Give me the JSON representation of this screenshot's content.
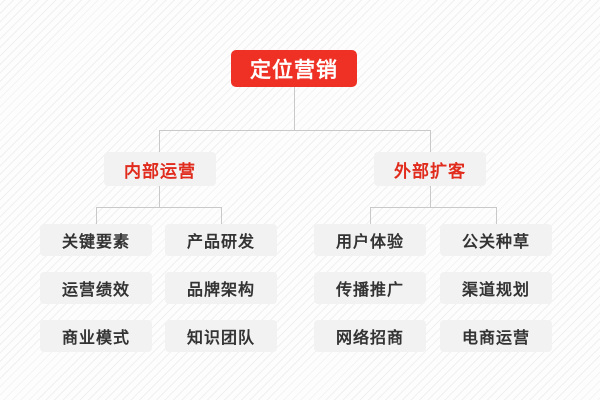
{
  "diagram": {
    "type": "org-chart",
    "title_node": {
      "label": "定位营销",
      "color": "#ee3124",
      "text_color": "#ffffff"
    },
    "branch_color": "#e02b1d",
    "box_fill": "#f2f2f2",
    "leaf_text_color": "#333333",
    "line_color": "#c9c9c9",
    "background_color": "#fbfbfb",
    "branches": [
      {
        "label": "内部运营",
        "columns": [
          {
            "items": [
              "关键要素",
              "运营绩效",
              "商业模式"
            ]
          },
          {
            "items": [
              "产品研发",
              "品牌架构",
              "知识团队"
            ]
          }
        ]
      },
      {
        "label": "外部扩客",
        "columns": [
          {
            "items": [
              "用户体验",
              "传播推广",
              "网络招商"
            ]
          },
          {
            "items": [
              "公关种草",
              "渠道规划",
              "电商运营"
            ]
          }
        ]
      }
    ]
  }
}
